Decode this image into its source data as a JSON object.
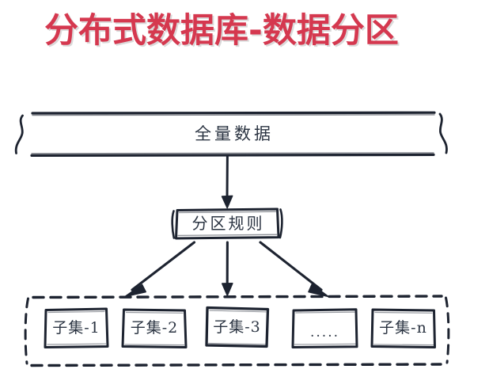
{
  "page": {
    "title": "分布式数据库-数据分区",
    "title_color": "#D5384F",
    "background": "#ffffff",
    "ink_color": "#1d2330",
    "text_color": "#2b3442"
  },
  "diagram": {
    "type": "flow",
    "source": {
      "label": "全量数据",
      "shape": "braced-band"
    },
    "rule": {
      "label": "分区规则",
      "shape": "sketch-rect"
    },
    "partitions_group": {
      "shape": "dashed-rounded-container",
      "items": [
        {
          "label": "子集-1"
        },
        {
          "label": "子集-2"
        },
        {
          "label": "子集-3"
        },
        {
          "label": "....."
        },
        {
          "label": "子集-n"
        }
      ]
    },
    "edges": [
      {
        "from": "全量数据",
        "to": "分区规则",
        "style": "arrow-down"
      },
      {
        "from": "分区规则",
        "to": "子集-1",
        "style": "arrow-diagonal-left"
      },
      {
        "from": "分区规则",
        "to": "子集-3",
        "style": "arrow-down"
      },
      {
        "from": "分区规则",
        "to": "子集-n",
        "style": "arrow-diagonal-right"
      }
    ]
  }
}
